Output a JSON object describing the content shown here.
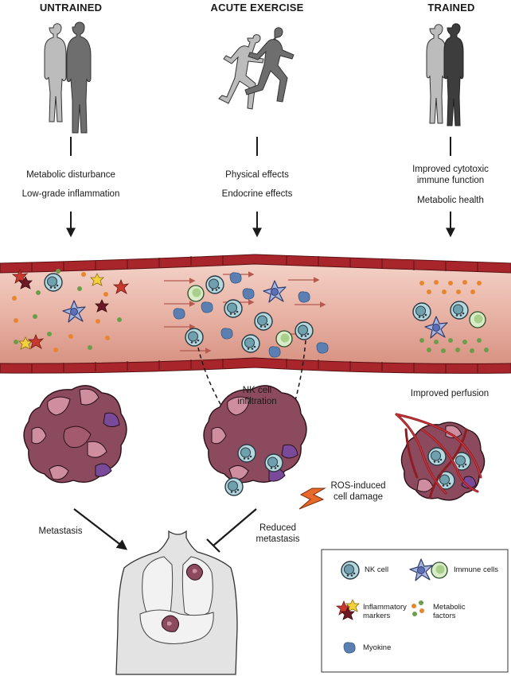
{
  "columns": {
    "untrained": {
      "title": "UNTRAINED",
      "line1": "Metabolic disturbance",
      "line2": "Low-grade inflammation"
    },
    "acute": {
      "title": "ACUTE EXERCISE",
      "line1": "Physical effects",
      "line2": "Endocrine effects"
    },
    "trained": {
      "title": "TRAINED",
      "line1": "Improved cytotoxic immune function",
      "line2": "Metabolic health"
    }
  },
  "annotations": {
    "nk_infiltration": "NK cell infiltration",
    "improved_perfusion": "Improved perfusion",
    "ros_damage": "ROS-induced cell damage",
    "metastasis": "Metastasis",
    "reduced_metastasis": "Reduced metastasis"
  },
  "legend": {
    "nk_cell": "NK cell",
    "immune_cells": "Immune cells",
    "inflammatory_markers": "Inflammatory markers",
    "metabolic_factors": "Metabolic factors",
    "myokine": "Myokine"
  },
  "colors": {
    "vessel_wall": "#a8262b",
    "vessel_lumen": "#e8b3a5",
    "tumor": "#8c4a5e",
    "nk_cell": "#b5d8de",
    "immune_cell": "#a8b6de",
    "myokine": "#5a7fb0",
    "body_light": "#bcbcbc",
    "body_dark": "#6e6e6e"
  }
}
